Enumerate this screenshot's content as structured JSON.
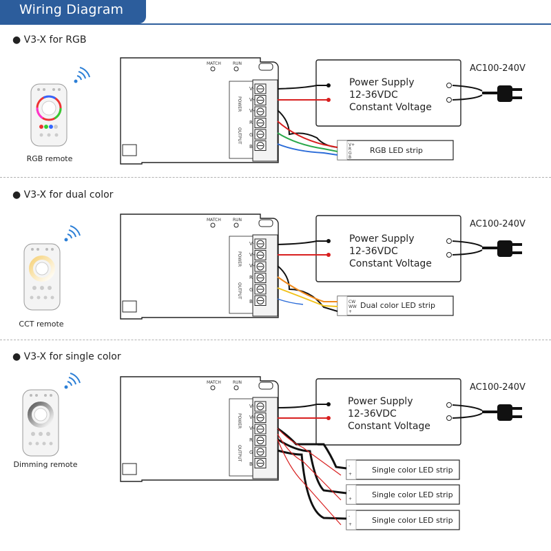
{
  "header": {
    "title": "Wiring Diagram"
  },
  "power_supply": {
    "line1": "Power Supply",
    "line2": "12-36VDC",
    "line3": "Constant Voltage",
    "ac_label": "AC100-240V"
  },
  "controller": {
    "switch_label": "MATCH",
    "run_label": "RUN",
    "power_group": "POWER",
    "output_group": "OUTPUT",
    "terminals": [
      "V-",
      "V+",
      "V+",
      "R",
      "G",
      "B"
    ]
  },
  "sections": [
    {
      "title": "V3-X for RGB",
      "remote_label": "RGB remote",
      "strips": [
        "RGB LED strip"
      ],
      "strip_pins": [
        "V+",
        "R",
        "G",
        "B"
      ]
    },
    {
      "title": "V3-X for dual color",
      "remote_label": "CCT remote",
      "strips": [
        "Dual color LED strip"
      ],
      "strip_pins": [
        "CW",
        "WW",
        "+"
      ]
    },
    {
      "title": "V3-X for single color",
      "remote_label": "Dimming remote",
      "strips": [
        "Single color LED strip",
        "Single color LED strip",
        "Single color LED strip"
      ],
      "strip_pins": [
        "-",
        "+"
      ]
    }
  ],
  "colors": {
    "header_bg": "#2c5d9c",
    "wire_black": "#111111",
    "wire_red": "#d81e1e",
    "wire_green": "#2aa84a",
    "wire_blue": "#2a6bd8",
    "wire_yellow": "#f2c21a",
    "wire_orange": "#f08a1c"
  }
}
